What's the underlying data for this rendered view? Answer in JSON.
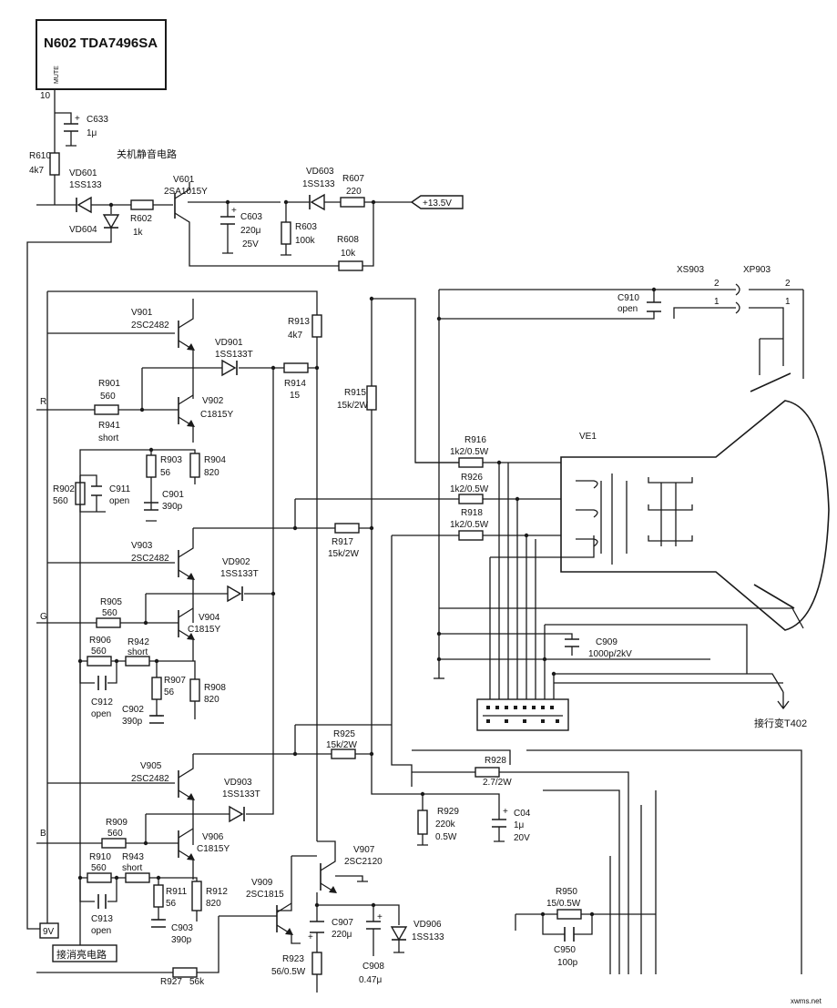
{
  "ic": {
    "name": "N602 TDA7496SA",
    "pin_label": "MUTE",
    "pin_number": "10"
  },
  "labels": {
    "mute_circuit": "关机静音电路",
    "to_flyback": "接行变T402",
    "to_erase": "接消亮电路",
    "nine_v": "9V",
    "supply": "+13.5V",
    "r_in": "R",
    "g_in": "G",
    "b_in": "B",
    "xs903": "XS903",
    "xp903": "XP903",
    "pin2": "2",
    "pin1": "1",
    "crt": "VE1",
    "watermark": "xwms.net"
  },
  "parts": {
    "C633": {
      "ref": "C633",
      "val": "1μ"
    },
    "R610": {
      "ref": "R610",
      "val": "4k7"
    },
    "VD601": {
      "ref": "VD601",
      "val": "1SS133"
    },
    "VD604": {
      "ref": "VD604",
      "val": ""
    },
    "R602": {
      "ref": "R602",
      "val": "1k"
    },
    "V601": {
      "ref": "V601",
      "val": "2SA1015Y"
    },
    "C603": {
      "ref": "C603",
      "val": "220μ",
      "val2": "25V"
    },
    "R603": {
      "ref": "R603",
      "val": "100k"
    },
    "VD603": {
      "ref": "VD603",
      "val": "1SS133"
    },
    "R607": {
      "ref": "R607",
      "val": "220"
    },
    "R608": {
      "ref": "R608",
      "val": "10k"
    },
    "C910": {
      "ref": "C910",
      "val": "open"
    },
    "V901": {
      "ref": "V901",
      "val": "2SC2482"
    },
    "R913": {
      "ref": "R913",
      "val": "4k7"
    },
    "VD901": {
      "ref": "VD901",
      "val": "1SS133T"
    },
    "R914": {
      "ref": "R914",
      "val": "15"
    },
    "R915": {
      "ref": "R915",
      "val": "15k/2W"
    },
    "R901": {
      "ref": "R901",
      "val": "560"
    },
    "V902": {
      "ref": "V902",
      "val": "C1815Y"
    },
    "R941": {
      "ref": "R941",
      "val": "short"
    },
    "R903": {
      "ref": "R903",
      "val": "56"
    },
    "R904": {
      "ref": "R904",
      "val": "820"
    },
    "R902": {
      "ref": "R902",
      "val": "560"
    },
    "C911": {
      "ref": "C911",
      "val": "open"
    },
    "C901": {
      "ref": "C901",
      "val": "390p"
    },
    "R916": {
      "ref": "R916",
      "val": "1k2/0.5W"
    },
    "R926": {
      "ref": "R926",
      "val": "1k2/0.5W"
    },
    "R918": {
      "ref": "R918",
      "val": "1k2/0.5W"
    },
    "V903": {
      "ref": "V903",
      "val": "2SC2482"
    },
    "R917": {
      "ref": "R917",
      "val": "15k/2W"
    },
    "VD902": {
      "ref": "VD902",
      "val": "1SS133T"
    },
    "R905": {
      "ref": "R905",
      "val": "560"
    },
    "V904": {
      "ref": "V904",
      "val": "C1815Y"
    },
    "R906": {
      "ref": "R906",
      "val": "560"
    },
    "R942": {
      "ref": "R942",
      "val": "short"
    },
    "R907": {
      "ref": "R907",
      "val": "56"
    },
    "R908": {
      "ref": "R908",
      "val": "820"
    },
    "C912": {
      "ref": "C912",
      "val": "open"
    },
    "C902": {
      "ref": "C902",
      "val": "390p"
    },
    "C909": {
      "ref": "C909",
      "val": "1000p/2kV"
    },
    "R925": {
      "ref": "R925",
      "val": "15k/2W"
    },
    "R928": {
      "ref": "R928",
      "val": "2.7/2W"
    },
    "V905": {
      "ref": "V905",
      "val": "2SC2482"
    },
    "VD903": {
      "ref": "VD903",
      "val": "1SS133T"
    },
    "R909": {
      "ref": "R909",
      "val": "560"
    },
    "V906": {
      "ref": "V906",
      "val": "C1815Y"
    },
    "R910": {
      "ref": "R910",
      "val": "560"
    },
    "R943": {
      "ref": "R943",
      "val": "short"
    },
    "R911": {
      "ref": "R911",
      "val": "56"
    },
    "R912": {
      "ref": "R912",
      "val": "820"
    },
    "C913": {
      "ref": "C913",
      "val": "open"
    },
    "C903": {
      "ref": "C903",
      "val": "390p"
    },
    "R929": {
      "ref": "R929",
      "val": "220k",
      "val2": "0.5W"
    },
    "C04": {
      "ref": "C04",
      "val": "1μ",
      "val2": "20V"
    },
    "V907": {
      "ref": "V907",
      "val": "2SC2120"
    },
    "V909": {
      "ref": "V909",
      "val": "2SC1815"
    },
    "C907": {
      "ref": "C907",
      "val": "220μ"
    },
    "VD906": {
      "ref": "VD906",
      "val": "1SS133"
    },
    "C908": {
      "ref": "C908",
      "val": "0.47μ"
    },
    "R923": {
      "ref": "R923",
      "val": "56/0.5W"
    },
    "R927": {
      "ref": "R927",
      "val": "56k"
    },
    "R950": {
      "ref": "R950",
      "val": "15/0.5W"
    },
    "C950": {
      "ref": "C950",
      "val": "100p"
    }
  }
}
